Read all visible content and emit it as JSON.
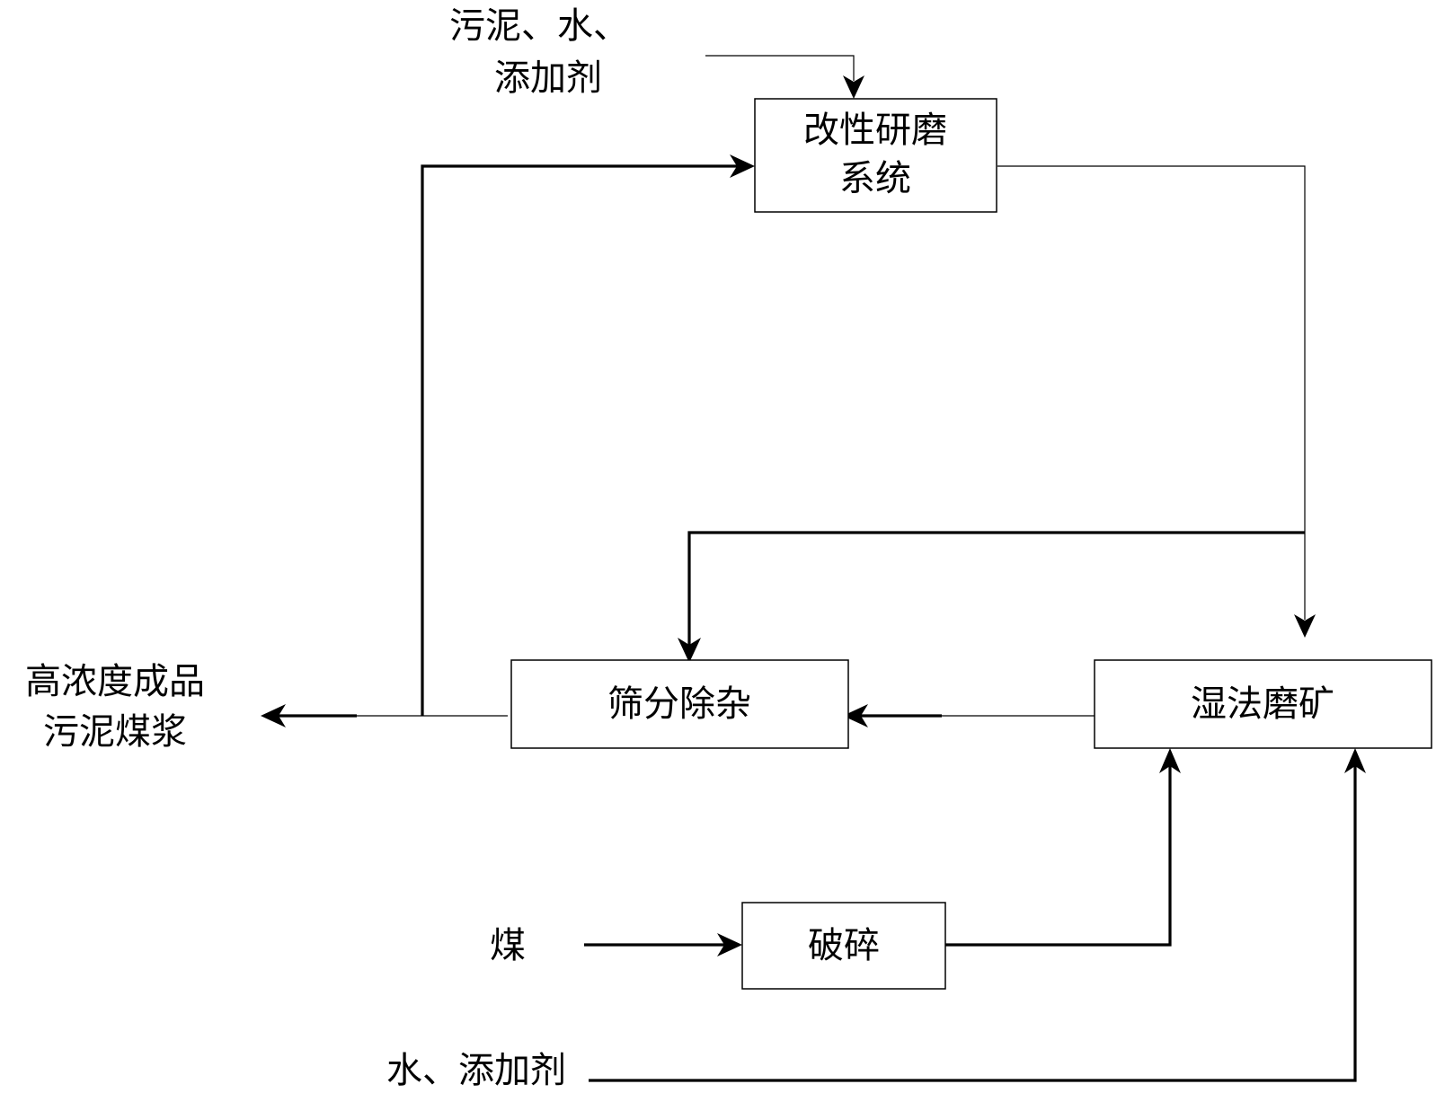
{
  "nodes": {
    "modified_grinding": {
      "line1": "改性研磨",
      "line2": "系统"
    },
    "screening": {
      "label": "筛分除杂"
    },
    "wet_grinding": {
      "label": "湿法磨矿"
    },
    "crushing": {
      "label": "破碎"
    }
  },
  "inputs": {
    "sludge_water_additive": {
      "line1": "污泥、水、",
      "line2": "添加剂"
    },
    "coal": {
      "label": "煤"
    },
    "water_additive": {
      "label": "水、添加剂"
    }
  },
  "outputs": {
    "final_product": {
      "line1": "高浓度成品",
      "line2": "污泥煤浆"
    }
  }
}
